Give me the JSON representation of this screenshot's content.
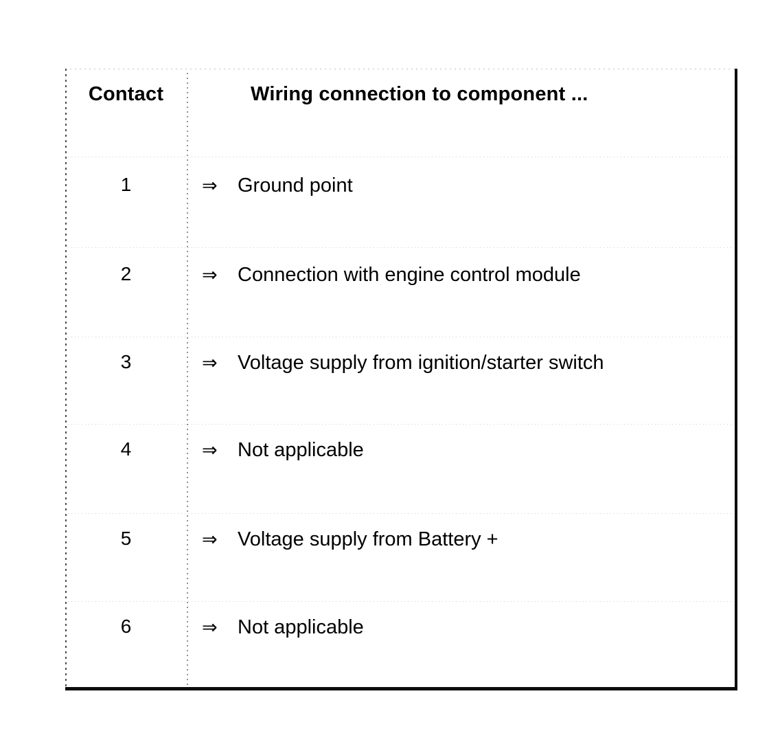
{
  "document": {
    "kind": "scanned-table",
    "background_color": "#ffffff",
    "text_color": "#000000"
  },
  "table": {
    "name": "contact-wiring-table",
    "columns": [
      {
        "key": "contact",
        "header": "Contact"
      },
      {
        "key": "wiring",
        "header": "Wiring connection to component ..."
      }
    ],
    "arrow_glyph": "⇒",
    "arrow_icon_name": "double-right-arrow-icon",
    "rows": [
      {
        "contact": "1",
        "arrow": "⇒",
        "wiring": "Ground point"
      },
      {
        "contact": "2",
        "arrow": "⇒",
        "wiring": "Connection with engine control module"
      },
      {
        "contact": "3",
        "arrow": "⇒",
        "wiring": "Voltage supply from ignition/starter switch"
      },
      {
        "contact": "4",
        "arrow": "⇒",
        "wiring": "Not applicable"
      },
      {
        "contact": "5",
        "arrow": "⇒",
        "wiring": "Voltage supply from Battery +"
      },
      {
        "contact": "6",
        "arrow": "⇒",
        "wiring": "Not applicable"
      }
    ]
  }
}
